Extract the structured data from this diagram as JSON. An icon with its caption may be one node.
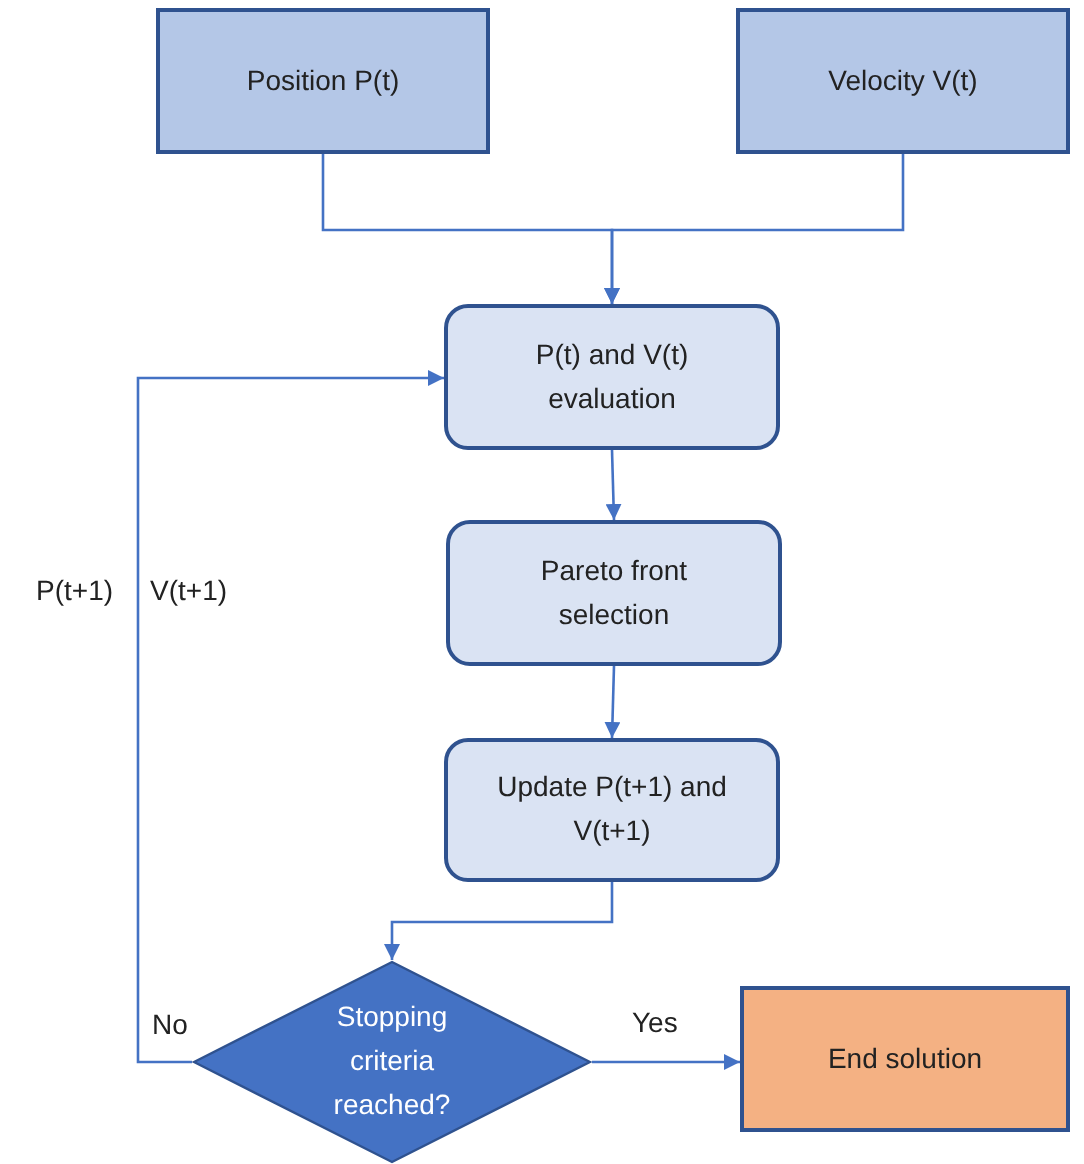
{
  "diagram": {
    "nodes": [
      {
        "text": [
          "Position P(t)"
        ]
      },
      {
        "text": [
          "Velocity V(t)"
        ]
      },
      {
        "text": [
          "P(t) and V(t) evaluation"
        ]
      },
      {
        "text": [
          "Pareto front selection"
        ]
      },
      {
        "text": [
          "Update P(t+1) and V(t+1)"
        ]
      },
      {
        "text": [
          "Stopping criteria reached?"
        ]
      },
      {
        "text": [
          "End solution"
        ]
      }
    ],
    "edges": [
      {
        "from": 0,
        "to": 2,
        "arrow": "to"
      },
      {
        "from": 1,
        "to": 2,
        "arrow": "to"
      },
      {
        "from": 2,
        "to": 3,
        "arrow": "to"
      },
      {
        "from": 3,
        "to": 4,
        "arrow": "to"
      },
      {
        "from": 4,
        "to": 5,
        "arrow": "to"
      },
      {
        "from": 5,
        "to": 2,
        "arrow": "to",
        "label": "No"
      },
      {
        "from": 5,
        "to": 6,
        "arrow": "to",
        "label": "Yes"
      }
    ],
    "labels": [
      "P(t+1)",
      "V(t+1)"
    ]
  }
}
